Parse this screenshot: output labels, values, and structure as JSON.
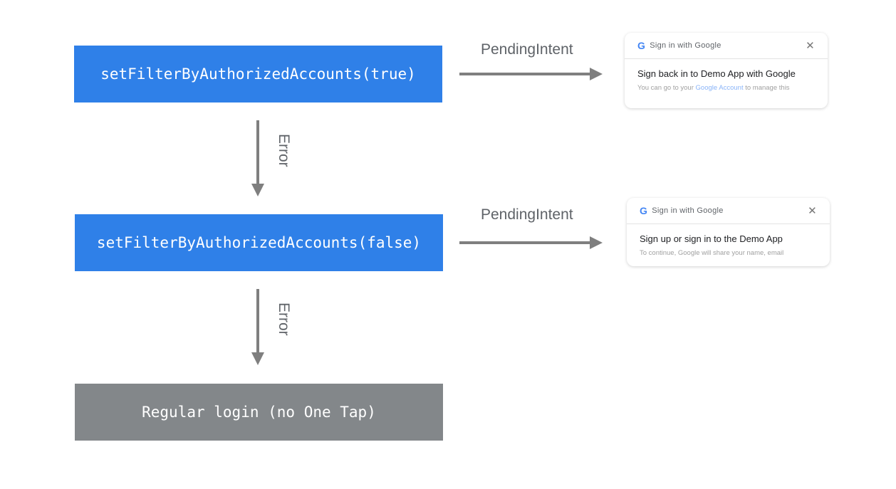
{
  "nodes": [
    {
      "label": "setFilterByAuthorizedAccounts(true)",
      "color": "#2f80e8"
    },
    {
      "label": "setFilterByAuthorizedAccounts(false)",
      "color": "#2f80e8"
    },
    {
      "label": "Regular login (no One Tap)",
      "color": "#83878a"
    }
  ],
  "edges": [
    {
      "from": 0,
      "to": "card-1",
      "label": "PendingIntent"
    },
    {
      "from": 0,
      "to": 1,
      "label": "Error"
    },
    {
      "from": 1,
      "to": "card-2",
      "label": "PendingIntent"
    },
    {
      "from": 1,
      "to": 2,
      "label": "Error"
    }
  ],
  "cards": [
    {
      "header": "Sign in with Google",
      "title": "Sign back in to Demo App with Google",
      "sub_prefix": "You can go to your ",
      "sub_link": "Google Account",
      "sub_suffix": " to manage this"
    },
    {
      "header": "Sign in with Google",
      "title": "Sign up or sign in to the Demo App",
      "sub_prefix": "To continue, Google will share your name, email"
    }
  ],
  "icons": {
    "logo": "google-g-icon",
    "close": "close-icon"
  }
}
